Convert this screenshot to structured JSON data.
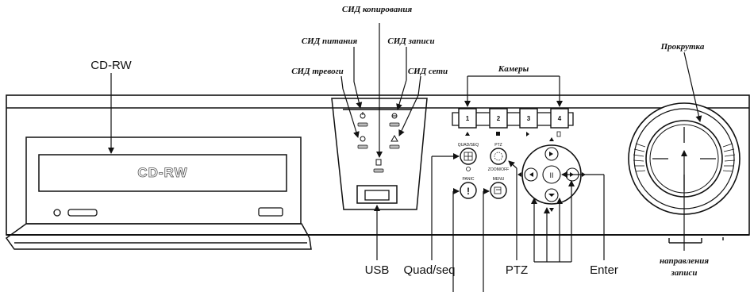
{
  "labels": {
    "copy_led": "СИД копирования",
    "power_led": "СИД питания",
    "record_led": "СИД записи",
    "alarm_led": "СИД тревоги",
    "network_led": "СИД сети",
    "cameras": "Камеры",
    "scroll": "Прокрутка",
    "cdrw": "CD-RW",
    "usb": "USB",
    "quad_seq": "Quad/seq",
    "ptz": "PTZ",
    "enter": "Enter",
    "rec_direction_1": "направления",
    "rec_direction_2": "записи"
  },
  "device": {
    "cdrw_text": "CD-RW",
    "quad_btn": "QUAD/SEQ",
    "ptz_btn": "PTZ",
    "zoom_btn": "ZOOM/OFF",
    "panic_btn": "PANIC",
    "menu_btn": "MENU"
  },
  "camera_buttons": [
    "1",
    "2",
    "3",
    "4"
  ],
  "colors": {
    "line": "#111111",
    "panel": "#ffffff",
    "led": "#bdbdbd"
  }
}
